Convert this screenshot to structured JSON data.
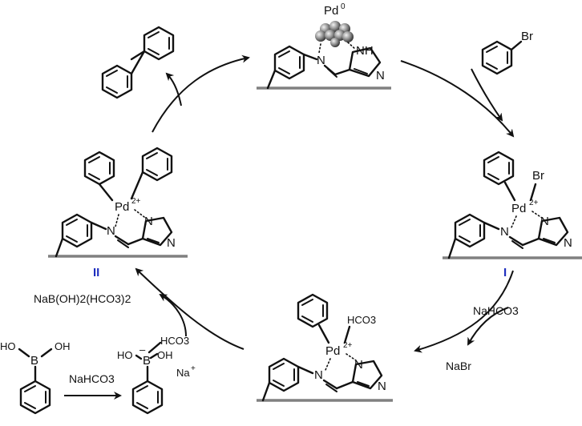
{
  "labels": {
    "intermediate_i": "I",
    "intermediate_ii": "II",
    "pd0": "Pd",
    "pd0_sup": "0",
    "pd2": "Pd",
    "pd2_sup": "2+",
    "br": "Br",
    "hco3_on_pd": "HCO3",
    "nahco3_reagent": "NaHCO3",
    "nabr_byproduct": "NaBr",
    "nahco3_bottom": "NaHCO3",
    "nab_oh2_hco3_2": "NaB(OH)2(HCO3)2",
    "hco3_borate": "HCO3",
    "na_plus": "Na",
    "na_plus_sup": "+",
    "ho_left": "HO",
    "oh_right": "OH",
    "b_atom": "B",
    "n_atom": "N",
    "nh_atom": "NH",
    "ho_borate": "HO",
    "oh_borate": "OH",
    "minus_sign": "–"
  },
  "colors": {
    "roman_numeral": "#1f2fbf",
    "surface": "#808080",
    "ink": "#111111"
  }
}
